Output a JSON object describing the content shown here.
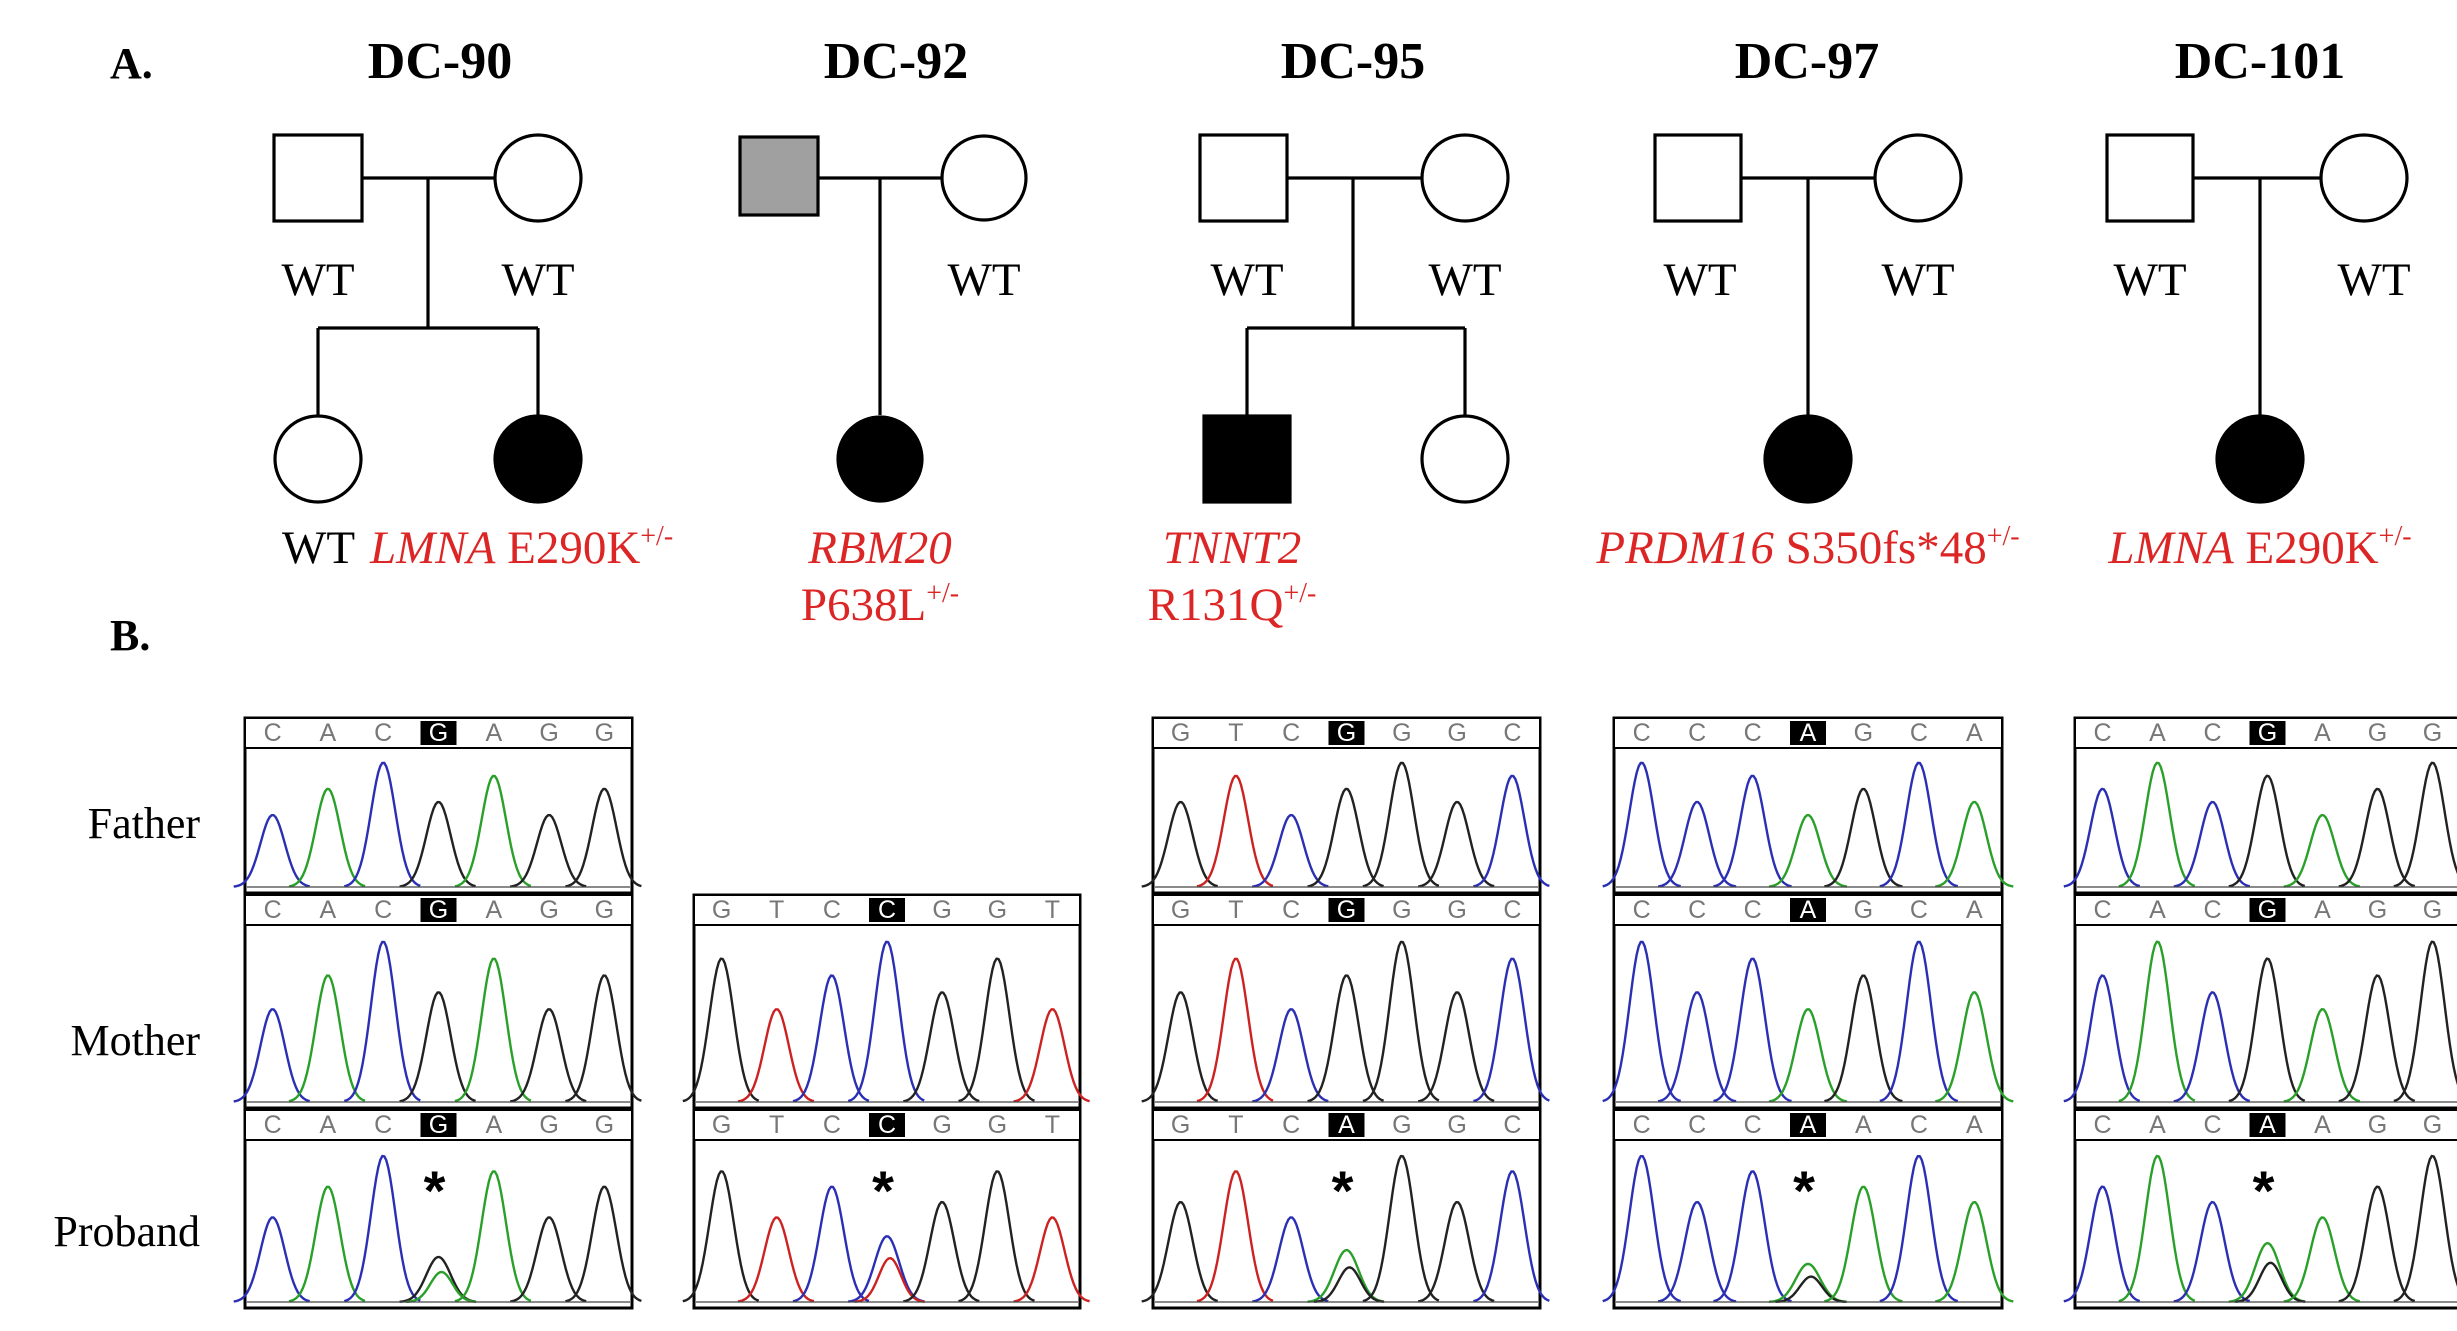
{
  "panel_labels": {
    "a": "A.",
    "b": "B."
  },
  "row_labels": [
    "Father",
    "Mother",
    "Proband"
  ],
  "colors": {
    "variant_text": "#dc2626",
    "carrier_fill": "#a0a0a0",
    "trace_A": "#2aa02a",
    "trace_C": "#2b2fb3",
    "trace_G": "#222222",
    "trace_T": "#cc2222"
  },
  "families": [
    {
      "id": "DC-90",
      "father": {
        "status": "unaffected",
        "genotype": "WT"
      },
      "mother": {
        "status": "unaffected",
        "genotype": "WT"
      },
      "children": [
        {
          "sex": "female",
          "status": "unaffected",
          "genotype": "WT"
        },
        {
          "sex": "female",
          "status": "affected",
          "gene": "LMNA",
          "variant": "E290K",
          "zygosity": "+/-"
        }
      ],
      "traces": {
        "father": {
          "bases": [
            "C",
            "A",
            "C",
            "G",
            "A",
            "G",
            "G"
          ],
          "highlight": 3
        },
        "mother": {
          "bases": [
            "C",
            "A",
            "C",
            "G",
            "A",
            "G",
            "G"
          ],
          "highlight": 3
        },
        "proband": {
          "bases": [
            "C",
            "A",
            "C",
            "G",
            "A",
            "G",
            "G"
          ],
          "highlight": 3,
          "marker": "*"
        }
      }
    },
    {
      "id": "DC-92",
      "father": {
        "status": "carrier"
      },
      "mother": {
        "status": "unaffected",
        "genotype": "WT"
      },
      "children": [
        {
          "sex": "female",
          "status": "affected",
          "gene": "RBM20",
          "variant": "P638L",
          "zygosity": "+/-"
        }
      ],
      "traces": {
        "mother": {
          "bases": [
            "G",
            "T",
            "C",
            "C",
            "G",
            "G",
            "T"
          ],
          "highlight": 3
        },
        "proband": {
          "bases": [
            "G",
            "T",
            "C",
            "C",
            "G",
            "G",
            "T"
          ],
          "highlight": 3,
          "marker": "*"
        }
      }
    },
    {
      "id": "DC-95",
      "father": {
        "status": "unaffected",
        "genotype": "WT"
      },
      "mother": {
        "status": "unaffected",
        "genotype": "WT"
      },
      "children": [
        {
          "sex": "male",
          "status": "affected",
          "gene": "TNNT2",
          "variant": "R131Q",
          "zygosity": "+/-"
        },
        {
          "sex": "female",
          "status": "unaffected"
        }
      ],
      "traces": {
        "father": {
          "bases": [
            "G",
            "T",
            "C",
            "G",
            "G",
            "G",
            "C"
          ],
          "highlight": 3
        },
        "mother": {
          "bases": [
            "G",
            "T",
            "C",
            "G",
            "G",
            "G",
            "C"
          ],
          "highlight": 3
        },
        "proband": {
          "bases": [
            "G",
            "T",
            "C",
            "A",
            "G",
            "G",
            "C"
          ],
          "highlight": 3,
          "marker": "*"
        }
      }
    },
    {
      "id": "DC-97",
      "father": {
        "status": "unaffected",
        "genotype": "WT"
      },
      "mother": {
        "status": "unaffected",
        "genotype": "WT"
      },
      "children": [
        {
          "sex": "female",
          "status": "affected",
          "gene": "PRDM16",
          "variant": "S350fs*48",
          "zygosity": "+/-"
        }
      ],
      "traces": {
        "father": {
          "bases": [
            "C",
            "C",
            "C",
            "A",
            "G",
            "C",
            "A"
          ],
          "highlight": 3
        },
        "mother": {
          "bases": [
            "C",
            "C",
            "C",
            "A",
            "G",
            "C",
            "A"
          ],
          "highlight": 3
        },
        "proband": {
          "bases": [
            "C",
            "C",
            "C",
            "A",
            "A",
            "C",
            "A"
          ],
          "highlight": 3,
          "marker": "*"
        }
      }
    },
    {
      "id": "DC-101",
      "father": {
        "status": "unaffected",
        "genotype": "WT"
      },
      "mother": {
        "status": "unaffected",
        "genotype": "WT"
      },
      "children": [
        {
          "sex": "female",
          "status": "affected",
          "gene": "LMNA",
          "variant": "E290K",
          "zygosity": "+/-"
        }
      ],
      "traces": {
        "father": {
          "bases": [
            "C",
            "A",
            "C",
            "G",
            "A",
            "G",
            "G"
          ],
          "highlight": 3
        },
        "mother": {
          "bases": [
            "C",
            "A",
            "C",
            "G",
            "A",
            "G",
            "G"
          ],
          "highlight": 3
        },
        "proband": {
          "bases": [
            "C",
            "A",
            "C",
            "A",
            "A",
            "G",
            "G"
          ],
          "highlight": 3,
          "marker": "*"
        }
      }
    }
  ]
}
